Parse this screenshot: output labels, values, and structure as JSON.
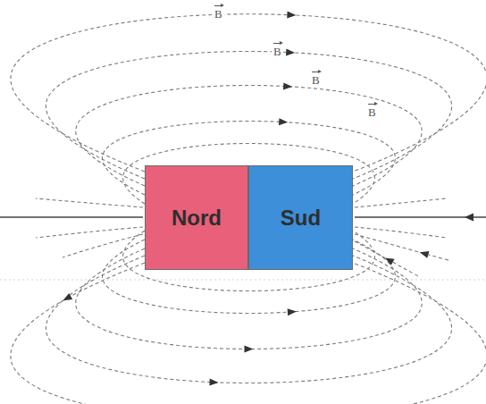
{
  "diagram": {
    "nodes": [
      {
        "text": [
          "Nord"
        ]
      },
      {
        "text": [
          "Sud"
        ]
      }
    ],
    "labels": [
      "B",
      "B",
      "B",
      "B"
    ]
  }
}
